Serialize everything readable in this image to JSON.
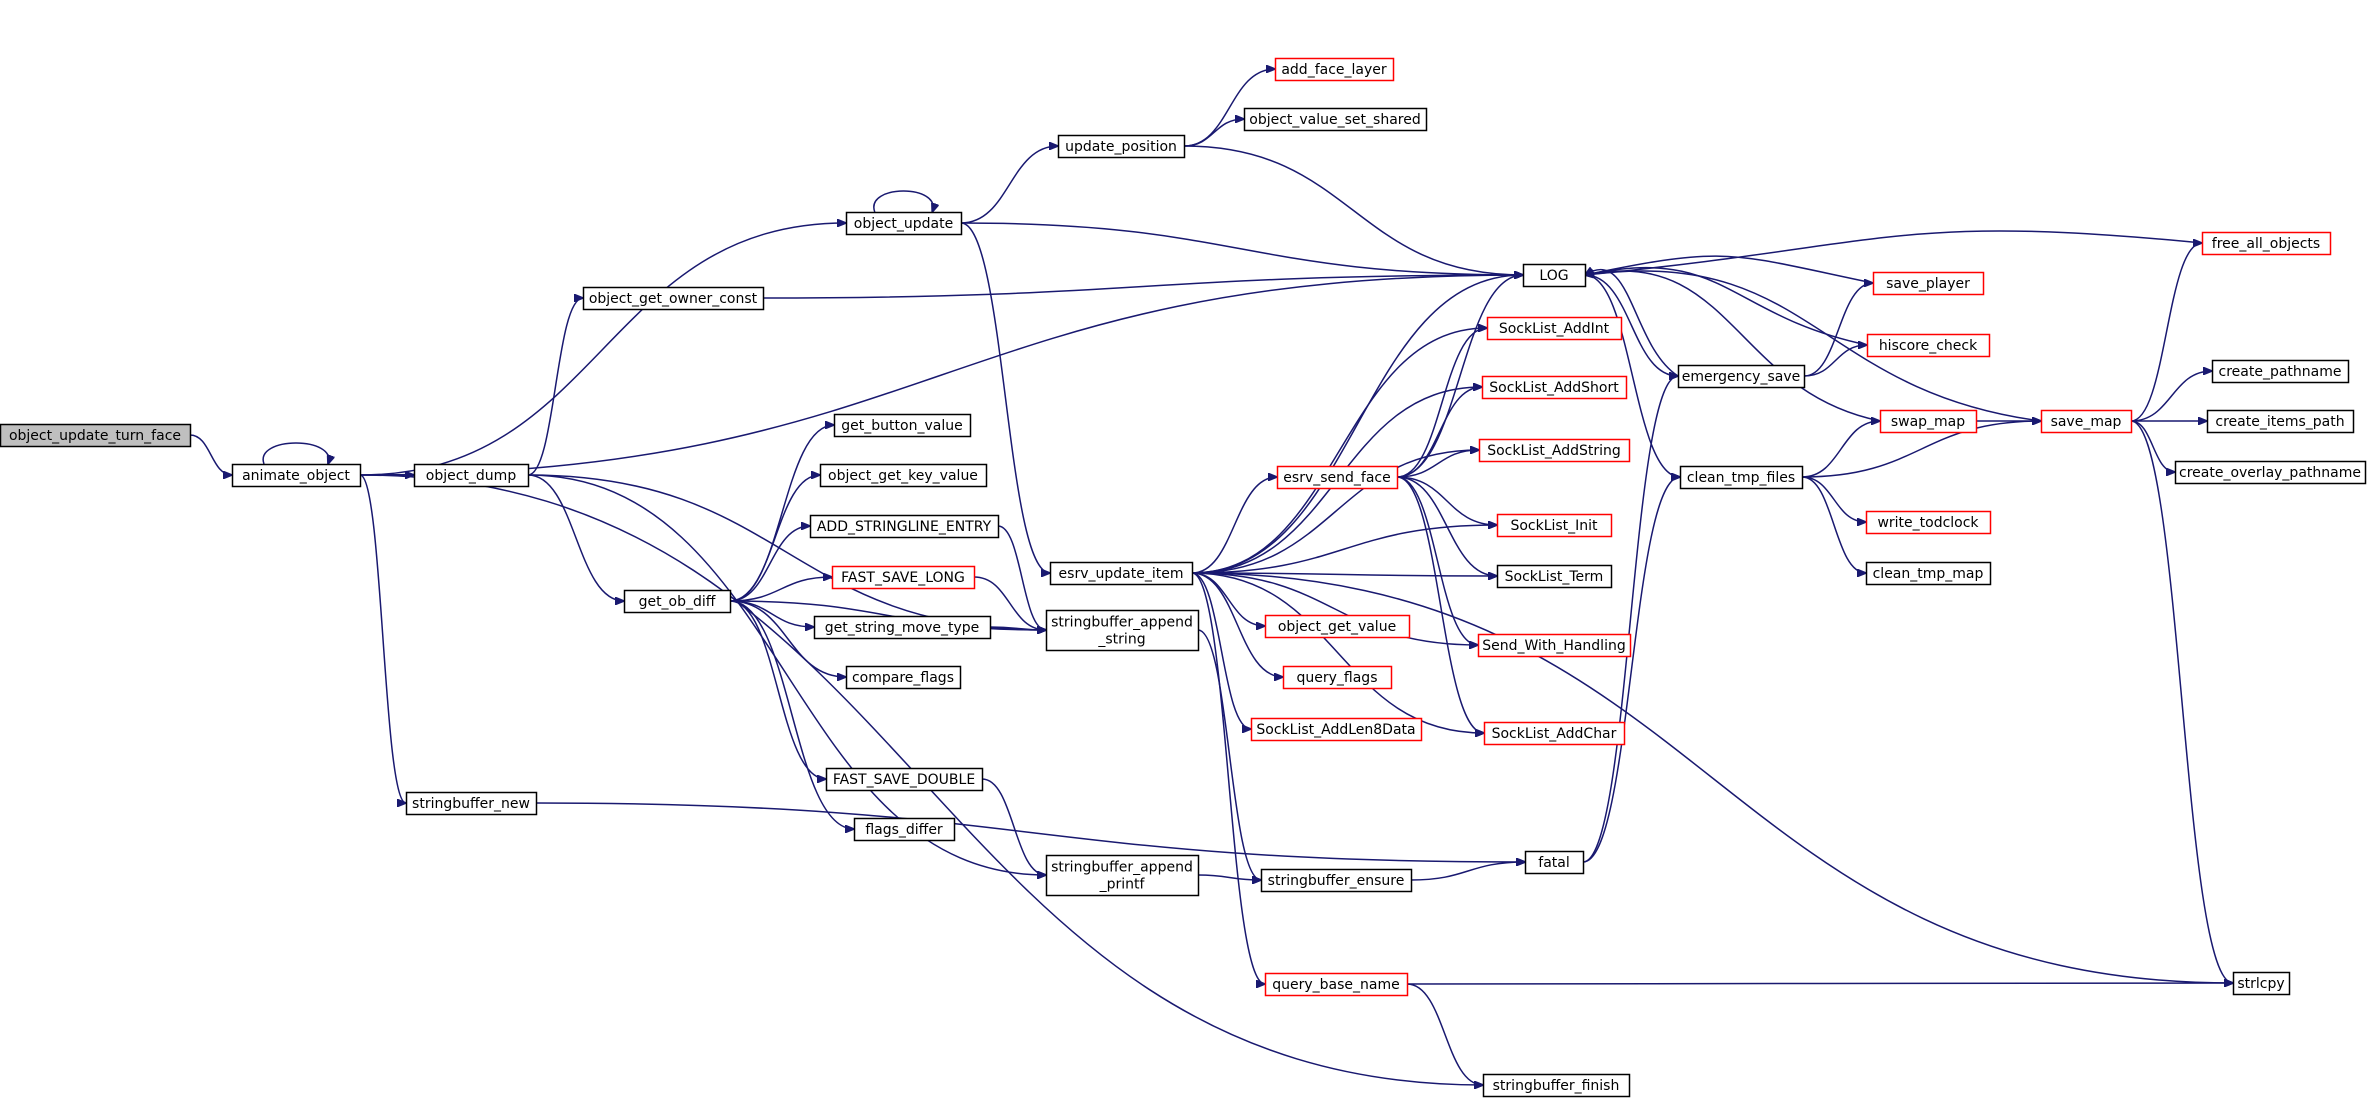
{
  "colors": {
    "edge": "#191970",
    "node_border": "#000000",
    "node_border_truncated": "#ff0000",
    "focus_fill": "#bfbfbf",
    "node_fill": "#ffffff"
  },
  "nodes": [
    {
      "id": "object_update_turn_face",
      "lines": [
        "object_update_turn_face"
      ],
      "style": "focus"
    },
    {
      "id": "animate_object",
      "lines": [
        "animate_object"
      ],
      "style": "normal"
    },
    {
      "id": "object_update",
      "lines": [
        "object_update"
      ],
      "style": "normal"
    },
    {
      "id": "object_get_owner_const",
      "lines": [
        "object_get_owner_const"
      ],
      "style": "normal"
    },
    {
      "id": "object_dump",
      "lines": [
        "object_dump"
      ],
      "style": "normal"
    },
    {
      "id": "get_ob_diff",
      "lines": [
        "get_ob_diff"
      ],
      "style": "normal"
    },
    {
      "id": "stringbuffer_new",
      "lines": [
        "stringbuffer_new"
      ],
      "style": "normal"
    },
    {
      "id": "get_button_value",
      "lines": [
        "get_button_value"
      ],
      "style": "normal"
    },
    {
      "id": "object_get_key_value",
      "lines": [
        "object_get_key_value"
      ],
      "style": "normal"
    },
    {
      "id": "ADD_STRINGLINE_ENTRY",
      "lines": [
        "ADD_STRINGLINE_ENTRY"
      ],
      "style": "normal"
    },
    {
      "id": "FAST_SAVE_LONG",
      "lines": [
        "FAST_SAVE_LONG"
      ],
      "style": "truncated"
    },
    {
      "id": "get_string_move_type",
      "lines": [
        "get_string_move_type"
      ],
      "style": "normal"
    },
    {
      "id": "compare_flags",
      "lines": [
        "compare_flags"
      ],
      "style": "normal"
    },
    {
      "id": "FAST_SAVE_DOUBLE",
      "lines": [
        "FAST_SAVE_DOUBLE"
      ],
      "style": "normal"
    },
    {
      "id": "flags_differ",
      "lines": [
        "flags_differ"
      ],
      "style": "normal"
    },
    {
      "id": "update_position",
      "lines": [
        "update_position"
      ],
      "style": "normal"
    },
    {
      "id": "esrv_update_item",
      "lines": [
        "esrv_update_item"
      ],
      "style": "normal"
    },
    {
      "id": "stringbuffer_append_string",
      "lines": [
        "stringbuffer_append",
        "_string"
      ],
      "style": "normal"
    },
    {
      "id": "stringbuffer_append_printf",
      "lines": [
        "stringbuffer_append",
        "_printf"
      ],
      "style": "normal"
    },
    {
      "id": "add_face_layer",
      "lines": [
        "add_face_layer"
      ],
      "style": "truncated"
    },
    {
      "id": "object_value_set_shared",
      "lines": [
        "object_value_set_shared"
      ],
      "style": "normal"
    },
    {
      "id": "esrv_send_face",
      "lines": [
        "esrv_send_face"
      ],
      "style": "truncated"
    },
    {
      "id": "object_get_value",
      "lines": [
        "object_get_value"
      ],
      "style": "truncated"
    },
    {
      "id": "query_flags",
      "lines": [
        "query_flags"
      ],
      "style": "truncated"
    },
    {
      "id": "SockList_AddLen8Data",
      "lines": [
        "SockList_AddLen8Data"
      ],
      "style": "truncated"
    },
    {
      "id": "stringbuffer_ensure",
      "lines": [
        "stringbuffer_ensure"
      ],
      "style": "normal"
    },
    {
      "id": "query_base_name",
      "lines": [
        "query_base_name"
      ],
      "style": "truncated"
    },
    {
      "id": "stringbuffer_finish",
      "lines": [
        "stringbuffer_finish"
      ],
      "style": "normal"
    },
    {
      "id": "LOG",
      "lines": [
        "LOG"
      ],
      "style": "normal"
    },
    {
      "id": "SockList_AddInt",
      "lines": [
        "SockList_AddInt"
      ],
      "style": "truncated"
    },
    {
      "id": "SockList_AddShort",
      "lines": [
        "SockList_AddShort"
      ],
      "style": "truncated"
    },
    {
      "id": "SockList_AddString",
      "lines": [
        "SockList_AddString"
      ],
      "style": "truncated"
    },
    {
      "id": "SockList_Init",
      "lines": [
        "SockList_Init"
      ],
      "style": "truncated"
    },
    {
      "id": "SockList_Term",
      "lines": [
        "SockList_Term"
      ],
      "style": "normal"
    },
    {
      "id": "Send_With_Handling",
      "lines": [
        "Send_With_Handling"
      ],
      "style": "truncated"
    },
    {
      "id": "SockList_AddChar",
      "lines": [
        "SockList_AddChar"
      ],
      "style": "truncated"
    },
    {
      "id": "fatal",
      "lines": [
        "fatal"
      ],
      "style": "normal"
    },
    {
      "id": "emergency_save",
      "lines": [
        "emergency_save"
      ],
      "style": "normal"
    },
    {
      "id": "clean_tmp_files",
      "lines": [
        "clean_tmp_files"
      ],
      "style": "normal"
    },
    {
      "id": "save_player",
      "lines": [
        "save_player"
      ],
      "style": "truncated"
    },
    {
      "id": "hiscore_check",
      "lines": [
        "hiscore_check"
      ],
      "style": "truncated"
    },
    {
      "id": "swap_map",
      "lines": [
        "swap_map"
      ],
      "style": "truncated"
    },
    {
      "id": "write_todclock",
      "lines": [
        "write_todclock"
      ],
      "style": "truncated"
    },
    {
      "id": "clean_tmp_map",
      "lines": [
        "clean_tmp_map"
      ],
      "style": "normal"
    },
    {
      "id": "free_all_objects",
      "lines": [
        "free_all_objects"
      ],
      "style": "truncated"
    },
    {
      "id": "save_map",
      "lines": [
        "save_map"
      ],
      "style": "truncated"
    },
    {
      "id": "create_pathname",
      "lines": [
        "create_pathname"
      ],
      "style": "normal"
    },
    {
      "id": "create_items_path",
      "lines": [
        "create_items_path"
      ],
      "style": "normal"
    },
    {
      "id": "create_overlay_pathname",
      "lines": [
        "create_overlay_pathname"
      ],
      "style": "normal"
    },
    {
      "id": "strlcpy",
      "lines": [
        "strlcpy"
      ],
      "style": "normal"
    }
  ],
  "edges": [
    [
      "object_update_turn_face",
      "animate_object"
    ],
    [
      "animate_object",
      "animate_object"
    ],
    [
      "animate_object",
      "LOG"
    ],
    [
      "animate_object",
      "object_update"
    ],
    [
      "animate_object",
      "object_dump"
    ],
    [
      "animate_object",
      "stringbuffer_new"
    ],
    [
      "animate_object",
      "stringbuffer_finish"
    ],
    [
      "object_update",
      "object_update"
    ],
    [
      "object_update",
      "update_position"
    ],
    [
      "object_update",
      "LOG"
    ],
    [
      "object_update",
      "esrv_update_item"
    ],
    [
      "update_position",
      "add_face_layer"
    ],
    [
      "update_position",
      "object_value_set_shared"
    ],
    [
      "update_position",
      "LOG"
    ],
    [
      "object_get_owner_const",
      "LOG"
    ],
    [
      "object_dump",
      "object_get_owner_const"
    ],
    [
      "object_dump",
      "stringbuffer_append_string"
    ],
    [
      "object_dump",
      "get_ob_diff"
    ],
    [
      "object_dump",
      "stringbuffer_append_printf"
    ],
    [
      "get_ob_diff",
      "get_button_value"
    ],
    [
      "get_ob_diff",
      "object_get_key_value"
    ],
    [
      "get_ob_diff",
      "ADD_STRINGLINE_ENTRY"
    ],
    [
      "get_ob_diff",
      "FAST_SAVE_LONG"
    ],
    [
      "get_ob_diff",
      "get_string_move_type"
    ],
    [
      "get_ob_diff",
      "compare_flags"
    ],
    [
      "get_ob_diff",
      "stringbuffer_append_string"
    ],
    [
      "get_ob_diff",
      "FAST_SAVE_DOUBLE"
    ],
    [
      "get_ob_diff",
      "flags_differ"
    ],
    [
      "ADD_STRINGLINE_ENTRY",
      "stringbuffer_append_string"
    ],
    [
      "FAST_SAVE_LONG",
      "stringbuffer_append_string"
    ],
    [
      "get_string_move_type",
      "stringbuffer_append_string"
    ],
    [
      "FAST_SAVE_DOUBLE",
      "stringbuffer_append_printf"
    ],
    [
      "stringbuffer_append_string",
      "stringbuffer_ensure"
    ],
    [
      "stringbuffer_append_printf",
      "stringbuffer_ensure"
    ],
    [
      "stringbuffer_new",
      "fatal"
    ],
    [
      "stringbuffer_ensure",
      "fatal"
    ],
    [
      "esrv_update_item",
      "LOG"
    ],
    [
      "esrv_update_item",
      "SockList_AddInt"
    ],
    [
      "esrv_update_item",
      "SockList_AddShort"
    ],
    [
      "esrv_update_item",
      "SockList_AddString"
    ],
    [
      "esrv_update_item",
      "esrv_send_face"
    ],
    [
      "esrv_update_item",
      "SockList_Init"
    ],
    [
      "esrv_update_item",
      "SockList_Term"
    ],
    [
      "esrv_update_item",
      "object_get_value"
    ],
    [
      "esrv_update_item",
      "query_flags"
    ],
    [
      "esrv_update_item",
      "SockList_AddLen8Data"
    ],
    [
      "esrv_update_item",
      "Send_With_Handling"
    ],
    [
      "esrv_update_item",
      "SockList_AddChar"
    ],
    [
      "esrv_update_item",
      "query_base_name"
    ],
    [
      "esrv_update_item",
      "strlcpy"
    ],
    [
      "esrv_send_face",
      "LOG"
    ],
    [
      "esrv_send_face",
      "SockList_AddInt"
    ],
    [
      "esrv_send_face",
      "SockList_AddShort"
    ],
    [
      "esrv_send_face",
      "SockList_AddString"
    ],
    [
      "esrv_send_face",
      "SockList_Init"
    ],
    [
      "esrv_send_face",
      "SockList_Term"
    ],
    [
      "esrv_send_face",
      "Send_With_Handling"
    ],
    [
      "esrv_send_face",
      "SockList_AddChar"
    ],
    [
      "query_base_name",
      "strlcpy"
    ],
    [
      "query_base_name",
      "stringbuffer_finish"
    ],
    [
      "fatal",
      "emergency_save"
    ],
    [
      "fatal",
      "clean_tmp_files"
    ],
    [
      "LOG",
      "emergency_save"
    ],
    [
      "LOG",
      "clean_tmp_files"
    ],
    [
      "emergency_save",
      "LOG"
    ],
    [
      "emergency_save",
      "save_player"
    ],
    [
      "emergency_save",
      "hiscore_check"
    ],
    [
      "save_player",
      "LOG"
    ],
    [
      "hiscore_check",
      "LOG"
    ],
    [
      "clean_tmp_files",
      "swap_map"
    ],
    [
      "clean_tmp_files",
      "save_map"
    ],
    [
      "clean_tmp_files",
      "write_todclock"
    ],
    [
      "clean_tmp_files",
      "clean_tmp_map"
    ],
    [
      "swap_map",
      "LOG"
    ],
    [
      "swap_map",
      "save_map"
    ],
    [
      "save_map",
      "LOG"
    ],
    [
      "save_map",
      "free_all_objects"
    ],
    [
      "save_map",
      "create_pathname"
    ],
    [
      "save_map",
      "create_items_path"
    ],
    [
      "save_map",
      "create_overlay_pathname"
    ],
    [
      "save_map",
      "strlcpy"
    ],
    [
      "free_all_objects",
      "LOG"
    ]
  ]
}
